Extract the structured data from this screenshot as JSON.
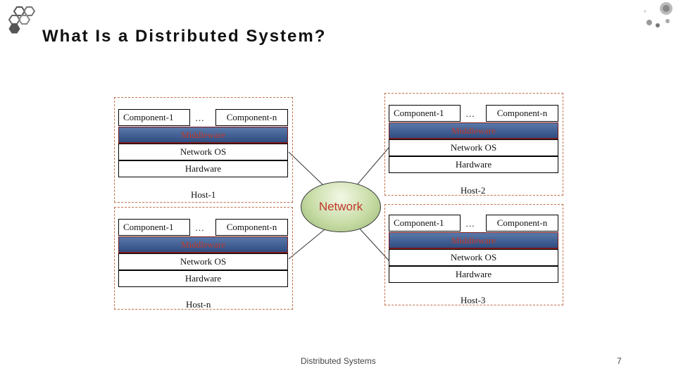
{
  "slide": {
    "title": "What Is a Distributed System?",
    "footer": "Distributed Systems",
    "page_number": "7"
  },
  "diagram": {
    "network_label": "Network",
    "hosts": [
      {
        "name": "Host-1",
        "component_first": "Component-1",
        "ellipsis": "…",
        "component_last": "Component-n",
        "middleware": "Middleware",
        "network_os": "Network OS",
        "hardware": "Hardware"
      },
      {
        "name": "Host-2",
        "component_first": "Component-1",
        "ellipsis": "…",
        "component_last": "Component-n",
        "middleware": "Middleware",
        "network_os": "Network OS",
        "hardware": "Hardware"
      },
      {
        "name": "Host-n",
        "component_first": "Component-1",
        "ellipsis": "…",
        "component_last": "Component-n",
        "middleware": "Middleware",
        "network_os": "Network OS",
        "hardware": "Hardware"
      },
      {
        "name": "Host-3",
        "component_first": "Component-1",
        "ellipsis": "…",
        "component_last": "Component-n",
        "middleware": "Middleware",
        "network_os": "Network OS",
        "hardware": "Hardware"
      }
    ]
  },
  "colors": {
    "middleware_fill": "#3d5d92",
    "middleware_text": "#c0392b",
    "network_fill": "#c8dca6",
    "host_border": "#c0714a"
  }
}
